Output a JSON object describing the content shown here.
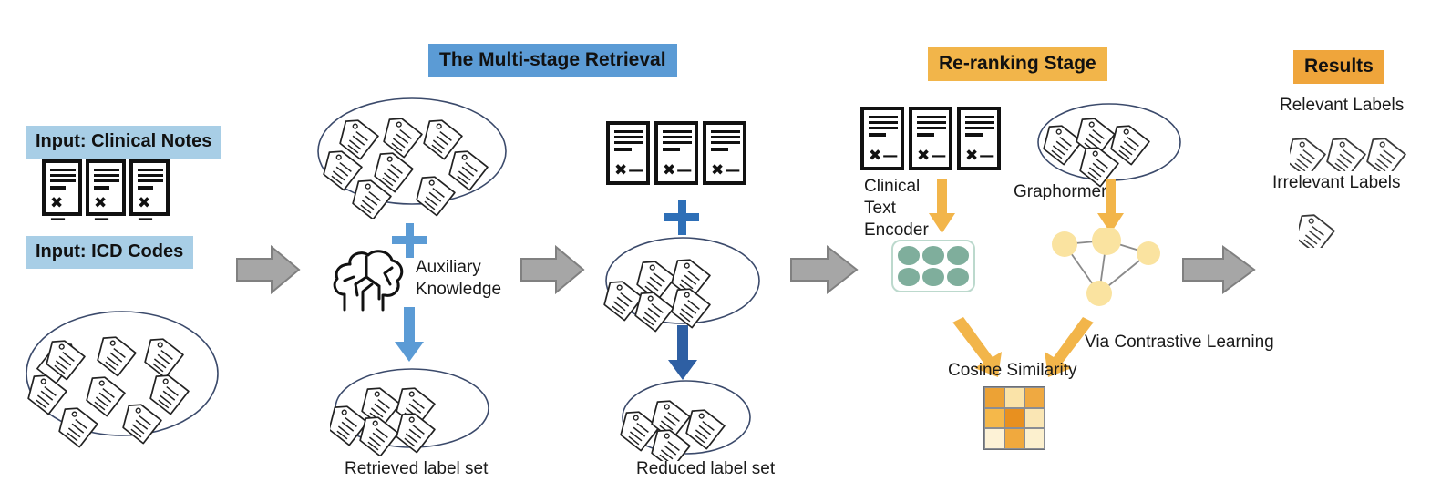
{
  "diagram": {
    "title": "Multi-stage retrieval and re-ranking pipeline for ICD coding",
    "headers": [
      {
        "id": "multi-stage",
        "label": "The Multi-stage Retrieval",
        "color": "#5B9BD5"
      },
      {
        "id": "re-ranking",
        "label": "Re-ranking Stage",
        "color": "#F2B54A"
      },
      {
        "id": "results",
        "label": "Results",
        "color": "#EFA53B"
      }
    ],
    "inputs": [
      {
        "id": "clinical-notes",
        "label": "Input: Clinical Notes",
        "color": "#A8CEE6",
        "icon": "document-icon",
        "count": 3
      },
      {
        "id": "icd-codes",
        "label": "Input: ICD Codes",
        "color": "#A8CEE6",
        "icon": "tag-icon",
        "count": 8
      }
    ],
    "stage1": {
      "source_set_tags": 8,
      "plus": "+",
      "aux_icon": "brain-icon",
      "aux_label_line1": "Auxiliary",
      "aux_label_line2": "Knowledge",
      "arrow_color": "#5B9BD5",
      "result_set_tags": 5,
      "caption": "Retrieved label set"
    },
    "stage2": {
      "docs": 3,
      "plus": "+",
      "set_tags": 5,
      "arrow_color": "#2E5FA3",
      "result_set_tags": 4,
      "caption": "Reduced label set"
    },
    "reranking": {
      "docs": 3,
      "encoder_label_line1": "Clinical",
      "encoder_label_line2": "Text",
      "encoder_label_line3": "Encoder",
      "encoder_arrow_color": "#F2B54A",
      "embedding_circles": 6,
      "embedding_color": "#7FAE9C",
      "graph_label": "Graphormer",
      "graph_arrow_color": "#F2B54A",
      "graph_set_tags": 4,
      "graph_nodes": 4,
      "graph_node_color": "#FAE3A0",
      "graph_edge_color": "#8a8a8a",
      "cosine_label": "Cosine Similarity",
      "contrastive_label": "Via Contrastive Learning",
      "heatmap_title": "Cosine Similarity",
      "heatmap_values": [
        [
          "#ECA235",
          "#FAE3A8",
          "#EFA941"
        ],
        [
          "#F5B84A",
          "#E8901F",
          "#FAE6B4"
        ],
        [
          "#FDF2D6",
          "#F0A93E",
          "#FCF0CE"
        ]
      ]
    },
    "results": {
      "relevant_label": "Relevant Labels",
      "relevant_count": 3,
      "irrelevant_label": "Irrelevant Labels",
      "irrelevant_count": 1
    },
    "flow_arrows": {
      "count": 4,
      "color": "#A6A6A6",
      "stroke": "#808080"
    }
  },
  "chart_data": {
    "type": "heatmap",
    "title": "Cosine Similarity",
    "rows": 3,
    "cols": 3,
    "values": [
      [
        0.75,
        0.25,
        0.7
      ],
      [
        0.55,
        0.95,
        0.2
      ],
      [
        0.08,
        0.72,
        0.1
      ]
    ],
    "colormap": "oranges",
    "xlabel": "",
    "ylabel": "",
    "grid": true,
    "legend": "none"
  }
}
